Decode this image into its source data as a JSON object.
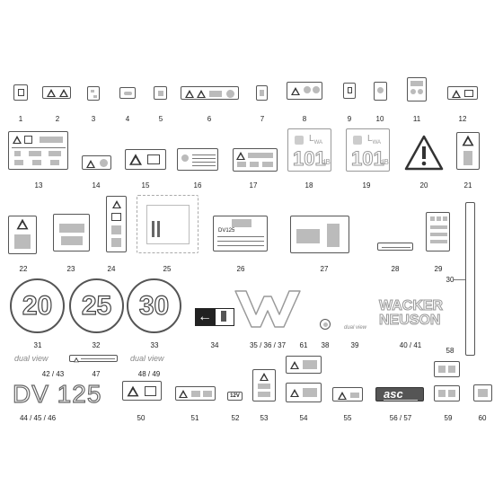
{
  "items": [
    {
      "id": "1"
    },
    {
      "id": "2"
    },
    {
      "id": "3"
    },
    {
      "id": "4"
    },
    {
      "id": "5"
    },
    {
      "id": "6"
    },
    {
      "id": "7"
    },
    {
      "id": "8"
    },
    {
      "id": "9"
    },
    {
      "id": "10"
    },
    {
      "id": "11"
    },
    {
      "id": "12"
    },
    {
      "id": "13"
    },
    {
      "id": "14"
    },
    {
      "id": "15"
    },
    {
      "id": "16"
    },
    {
      "id": "17"
    },
    {
      "id": "18"
    },
    {
      "id": "19"
    },
    {
      "id": "20"
    },
    {
      "id": "21"
    },
    {
      "id": "22"
    },
    {
      "id": "23"
    },
    {
      "id": "24"
    },
    {
      "id": "25"
    },
    {
      "id": "26"
    },
    {
      "id": "27"
    },
    {
      "id": "28"
    },
    {
      "id": "29"
    },
    {
      "id": "30"
    },
    {
      "id": "31"
    },
    {
      "id": "32"
    },
    {
      "id": "33"
    },
    {
      "id": "34"
    },
    {
      "id": "35 / 36 / 37"
    },
    {
      "id": "61"
    },
    {
      "id": "38"
    },
    {
      "id": "39"
    },
    {
      "id": "40 / 41"
    },
    {
      "id": "42 / 43"
    },
    {
      "id": "47"
    },
    {
      "id": "48 / 49"
    },
    {
      "id": "58"
    },
    {
      "id": "44 / 45 / 46"
    },
    {
      "id": "50"
    },
    {
      "id": "51"
    },
    {
      "id": "52"
    },
    {
      "id": "53"
    },
    {
      "id": "54"
    },
    {
      "id": "55"
    },
    {
      "id": "56 / 57"
    },
    {
      "id": "59"
    },
    {
      "id": "60"
    }
  ],
  "decal_text": {
    "noise_unit_18": "L",
    "noise_sub_18": "WA",
    "noise_value_18": "101",
    "noise_db_18": "dB",
    "noise_unit_19": "L",
    "noise_sub_19": "WA",
    "noise_value_19": "101",
    "noise_db_19": "dB",
    "speed_31": "20",
    "speed_32": "25",
    "speed_33": "30",
    "brand_line1": "WACKER",
    "brand_line2": "NEUSON",
    "dual_view_42": "dual view",
    "dual_view_48": "dual view",
    "dual_view_39": "dual view",
    "model_44": "DV 125",
    "model_26": "DV125",
    "voltage_52": "12V",
    "asc_56": "asc"
  }
}
